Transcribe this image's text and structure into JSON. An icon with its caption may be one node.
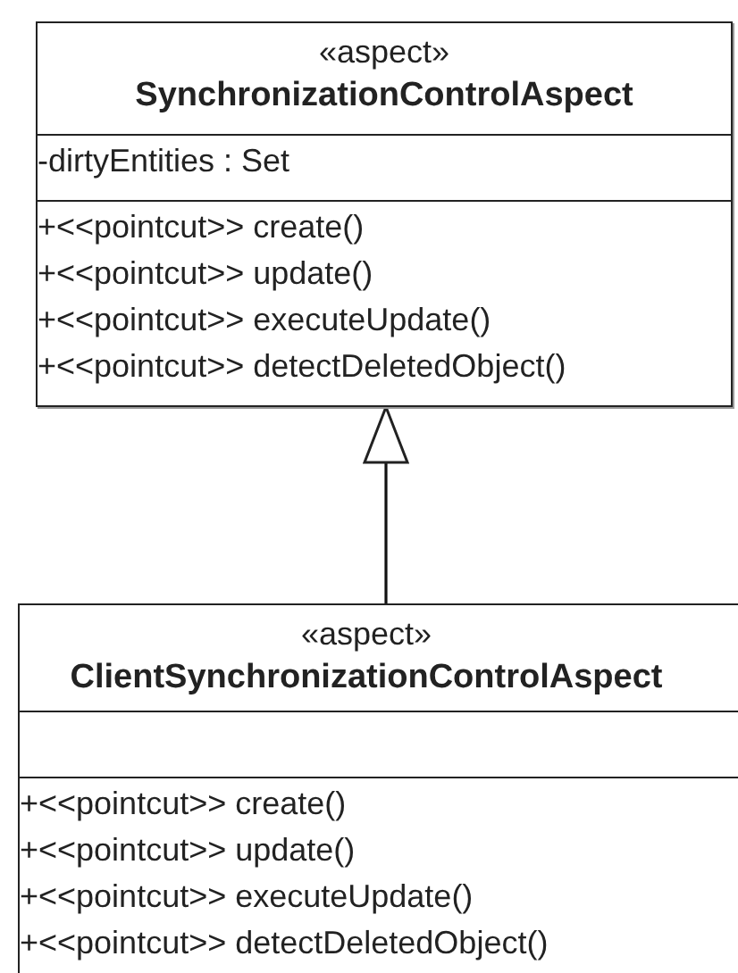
{
  "diagram": {
    "nodes": [
      {
        "text": [
          "«aspect»",
          "SynchronizationControlAspect"
        ]
      },
      {
        "text": [
          "-dirtyEntities : Set"
        ],
        "in": 0
      },
      {
        "text": [
          "+<<pointcut>> create()",
          "+<<pointcut>> update()",
          "+<<pointcut>> executeUpdate()",
          "+<<pointcut>> detectDeletedObject()"
        ],
        "in": 0
      },
      {
        "text": [
          "«aspect»",
          "ClientSynchronizationControlAspect"
        ]
      },
      {
        "text": [],
        "shape": "box",
        "in": 3
      },
      {
        "text": [
          "+<<pointcut>> create()",
          "+<<pointcut>> update()",
          "+<<pointcut>> executeUpdate()",
          "+<<pointcut>> detectDeletedObject()"
        ],
        "in": 3
      }
    ],
    "edges": [
      {
        "from": 3,
        "to": 0,
        "arrow": "to"
      }
    ]
  }
}
